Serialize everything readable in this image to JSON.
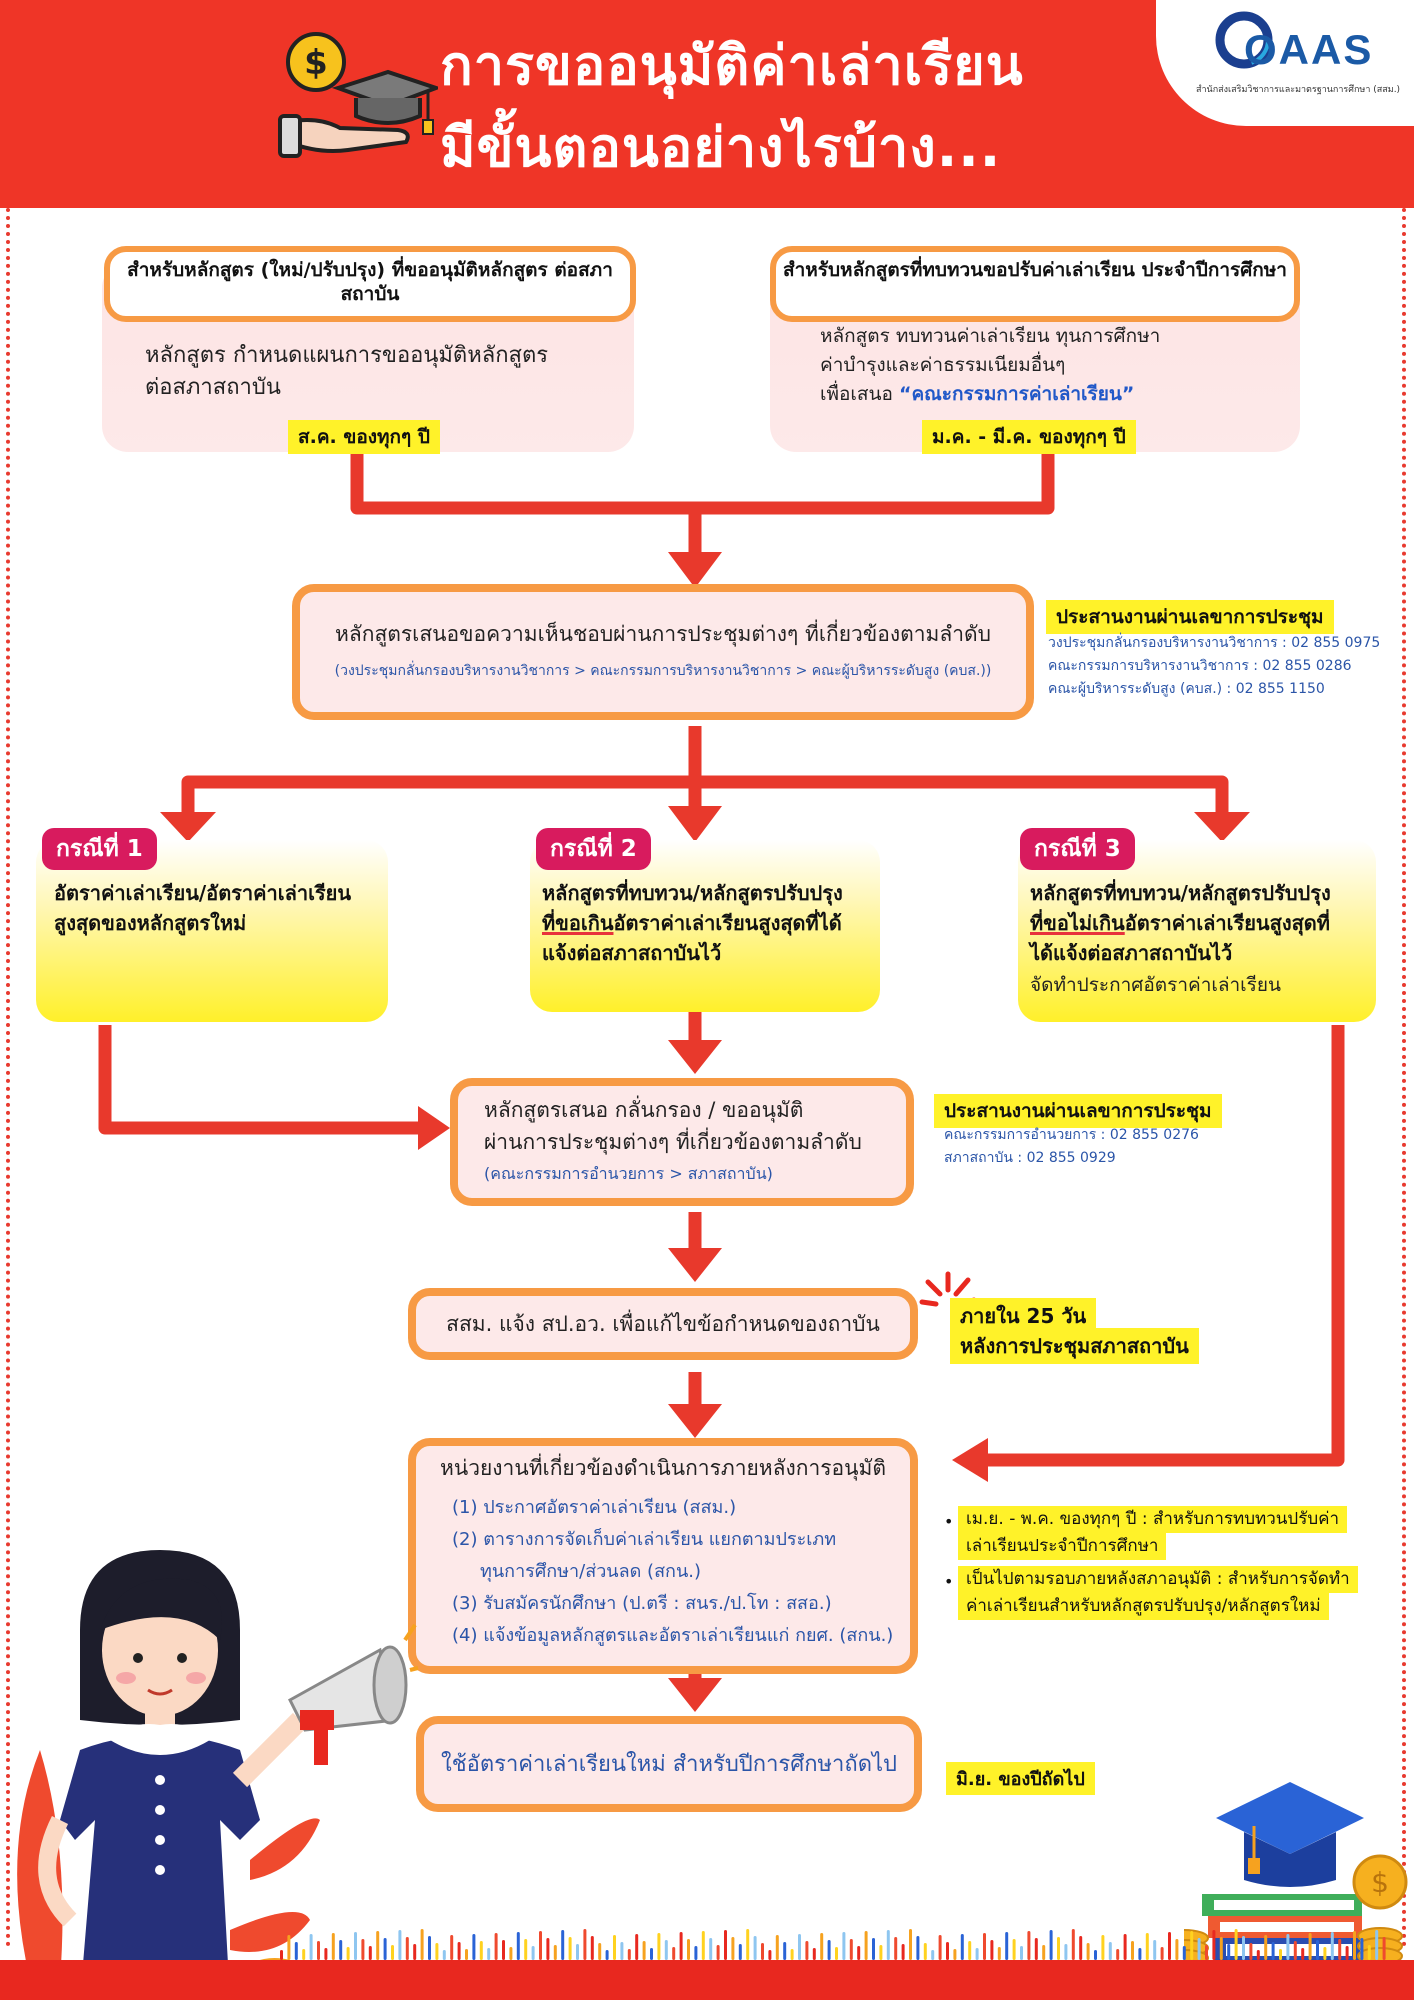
{
  "header": {
    "title_line1": "การขออนุมัติค่าเล่าเรียน",
    "title_line2": "มีขั้นตอนอย่างไรบ้าง...",
    "logo_text": "OAAS",
    "logo_subtext": "สำนักส่งเสริมวิชาการและมาตรฐานการศึกษา (สสม.)"
  },
  "top_left": {
    "heading": "สำหรับหลักสูตร (ใหม่/ปรับปรุง) ที่ขออนุมัติหลักสูตร ต่อสภาสถาบัน",
    "body_line1": "หลักสูตร กำหนดแผนการขออนุมัติหลักสูตร",
    "body_line2": "ต่อสภาสถาบัน",
    "timing": "ส.ค. ของทุกๆ ปี"
  },
  "top_right": {
    "heading": "สำหรับหลักสูตรที่ทบทวนขอปรับค่าเล่าเรียน ประจำปีการศึกษา",
    "body_line1": "หลักสูตร ทบทวนค่าเล่าเรียน ทุนการศึกษา",
    "body_line2": "ค่าบำรุงและค่าธรรมเนียมอื่นๆ",
    "body_line3_prefix": "เพื่อเสนอ ",
    "body_line3_highlight": "“คณะกรรมการค่าเล่าเรียน”",
    "timing": "ม.ค. - มี.ค. ของทุกๆ ปี"
  },
  "step1": {
    "main": "หลักสูตรเสนอขอความเห็นชอบผ่านการประชุมต่างๆ ที่เกี่ยวข้องตามลำดับ",
    "sub": "(วงประชุมกลั่นกรองบริหารงานวิชาการ > คณะกรรมการบริหารงานวิชาการ > คณะผู้บริหารระดับสูง (คบส.))"
  },
  "contact1": {
    "title": "ประสานงานผ่านเลขาการประชุม",
    "lines": [
      "วงประชุมกลั่นกรองบริหารงานวิชาการ : 02 855 0975",
      "คณะกรรมการบริหารงานวิชาการ : 02 855 0286",
      "คณะผู้บริหารระดับสูง (คบส.) : 02 855 1150"
    ]
  },
  "case1": {
    "tag": "กรณีที่ 1",
    "line1": "อัตราค่าเล่าเรียน/อัตราค่าเล่าเรียน",
    "line2": "สูงสุดของหลักสูตรใหม่"
  },
  "case2": {
    "tag": "กรณีที่ 2",
    "line1": "หลักสูตรที่ทบทวน/หลักสูตรปรับปรุง",
    "line2_ul": "ที่ขอเกิน",
    "line2_rest": "อัตราค่าเล่าเรียนสูงสุดที่ได้",
    "line3": "แจ้งต่อสภาสถาบันไว้"
  },
  "case3": {
    "tag": "กรณีที่ 3",
    "line1": "หลักสูตรที่ทบทวน/หลักสูตรปรับปรุง",
    "line2_ul": "ที่ขอไม่เกิน",
    "line2_rest": "อัตราค่าเล่าเรียนสูงสุดที่",
    "line3": "ได้แจ้งต่อสภาสถาบันไว้",
    "line4": "จัดทำประกาศอัตราค่าเล่าเรียน"
  },
  "step2": {
    "line1": "หลักสูตรเสนอ กลั่นกรอง / ขออนุมัติ",
    "line2": "ผ่านการประชุมต่างๆ ที่เกี่ยวข้องตามลำดับ",
    "sub": "(คณะกรรมการอำนวยการ > สภาสถาบัน)"
  },
  "contact2": {
    "title": "ประสานงานผ่านเลขาการประชุม",
    "lines": [
      "คณะกรรมการอำนวยการ : 02 855 0276",
      "สภาสถาบัน :  02 855 0929"
    ]
  },
  "step3": {
    "text": "สสม. แจ้ง สป.อว. เพื่อแก้ไขข้อกำหนดของถาบัน"
  },
  "deadline": {
    "line1": "ภายใน 25 วัน",
    "line2": "หลังการประชุมสภาสถาบัน"
  },
  "step4": {
    "title": "หน่วยงานที่เกี่ยวข้องดำเนินการภายหลังการอนุมัติ",
    "items": [
      "(1) ประกาศอัตราค่าเล่าเรียน (สสม.)",
      "(2) ตารางการจัดเก็บค่าเล่าเรียน แยกตามประเภท",
      "ทุนการศึกษา/ส่วนลด (สกน.)",
      "(3) รับสมัครนักศึกษา (ป.ตรี : สนร./ป.โท : สสอ.)",
      "(4) แจ้งข้อมูลหลักสูตรและอัตราเล่าเรียนแก่ กยศ. (สกน.)"
    ]
  },
  "notes": {
    "note1_line1": "เม.ย. - พ.ค. ของทุกๆ ปี : สำหรับการทบทวนปรับค่า",
    "note1_line2": "เล่าเรียนประจำปีการศึกษา",
    "note2_line1": "เป็นไปตามรอบภายหลังสภาอนุมัติ : สำหรับการจัดทำ",
    "note2_line2": "ค่าเล่าเรียนสำหรับหลักสูตรปรับปรุง/หลักสูตรใหม่"
  },
  "final": {
    "text": "ใช้อัตราค่าเล่าเรียนใหม่ สำหรับปีการศึกษาถัดไป",
    "timing": "มิ.ย. ของปีถัดไป"
  },
  "colors": {
    "header_red": "#ef3527",
    "arrow_red": "#e8392c",
    "box_orange": "#f79a44",
    "highlight_yellow": "#fff229",
    "text_blue": "#2b55a8",
    "tag_pink": "#d81b5e"
  }
}
